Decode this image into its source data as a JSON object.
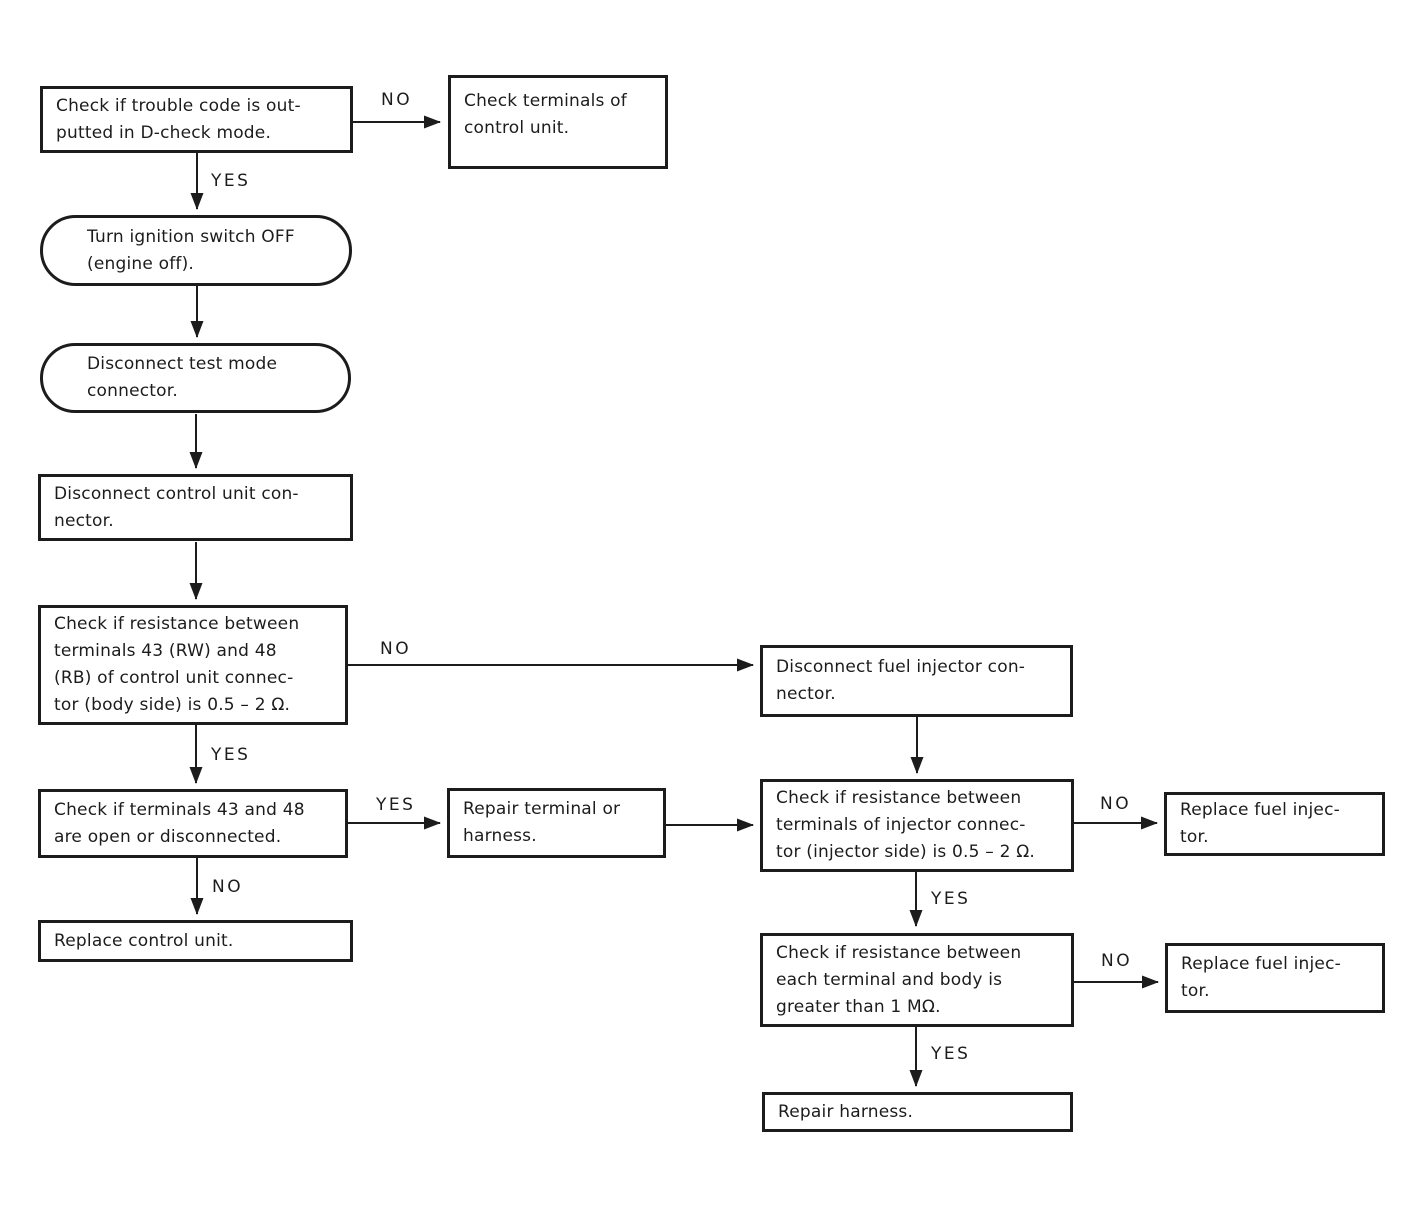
{
  "page": {
    "background": "#ffffff",
    "ink": "#1c1c1c"
  },
  "nodes": {
    "trouble_code": {
      "shape": "rect",
      "text": "Check if trouble code is out-\nputted in D-check mode."
    },
    "check_terminals": {
      "shape": "rect",
      "text": "Check terminals of\ncontrol unit."
    },
    "ignition_off": {
      "shape": "stadium",
      "text": "Turn ignition switch OFF\n(engine off)."
    },
    "test_mode": {
      "shape": "stadium",
      "text": "Disconnect test mode\nconnector."
    },
    "disconnect_control_unit": {
      "shape": "rect",
      "text": "Disconnect control unit con-\nnector."
    },
    "resistance_control_unit": {
      "shape": "rect",
      "text": "Check if resistance between\nterminals 43 (RW) and 48\n(RB) of control unit connec-\ntor (body side) is 0.5 – 2 Ω."
    },
    "terminals_open": {
      "shape": "rect",
      "text": "Check if terminals 43 and 48\nare open or disconnected."
    },
    "repair_terminal": {
      "shape": "rect",
      "text": "Repair terminal or\nharness."
    },
    "replace_control_unit": {
      "shape": "rect",
      "text": "Replace control unit."
    },
    "disconnect_injector": {
      "shape": "rect",
      "text": "Disconnect fuel injector con-\nnector."
    },
    "resistance_injector": {
      "shape": "rect",
      "text": "Check if resistance between\nterminals of injector connec-\ntor (injector side) is 0.5 – 2 Ω."
    },
    "replace_injector_1": {
      "shape": "rect",
      "text": "Replace fuel injec-\ntor."
    },
    "resistance_body": {
      "shape": "rect",
      "text": "Check if resistance between\neach terminal and body is\ngreater than 1 MΩ."
    },
    "replace_injector_2": {
      "shape": "rect",
      "text": "Replace fuel injec-\ntor."
    },
    "repair_harness": {
      "shape": "rect",
      "text": "Repair harness."
    }
  },
  "edge_labels": [
    {
      "text": "NO"
    },
    {
      "text": "YES"
    },
    {
      "text": "NO"
    },
    {
      "text": "YES"
    },
    {
      "text": "YES"
    },
    {
      "text": "NO"
    },
    {
      "text": "NO"
    },
    {
      "text": "YES"
    },
    {
      "text": "NO"
    },
    {
      "text": "YES"
    }
  ]
}
